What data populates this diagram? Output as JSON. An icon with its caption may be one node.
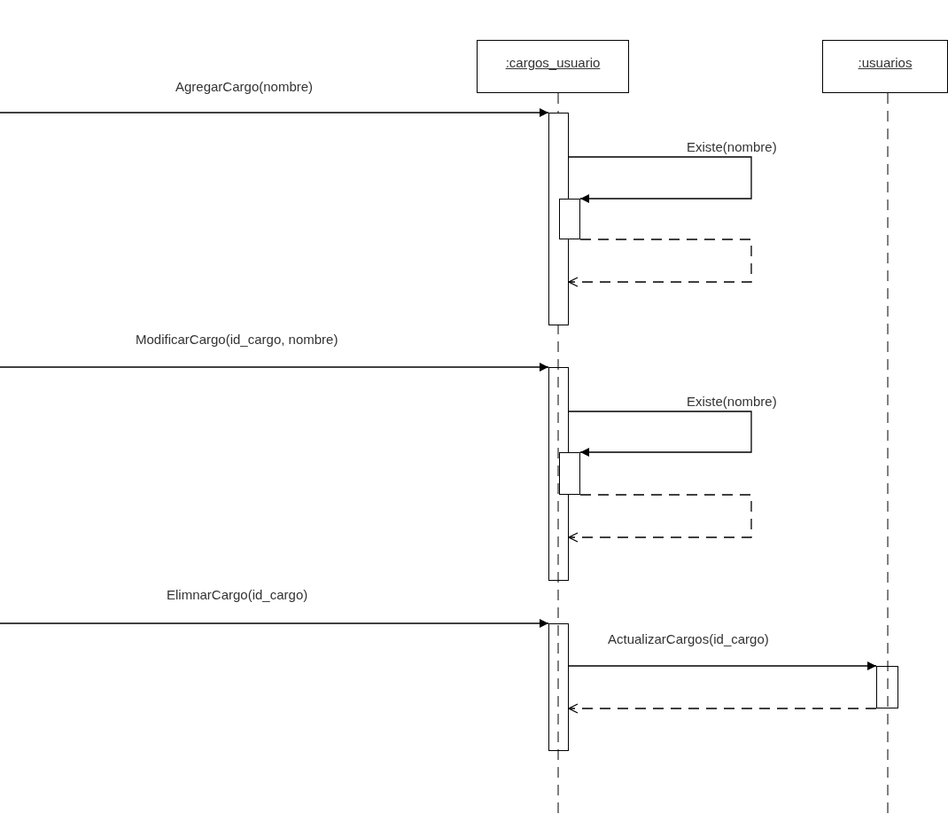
{
  "diagram": {
    "nodes": [
      {
        "text": [
          ":cargos_usuario"
        ]
      },
      {
        "text": [
          ":usuarios"
        ]
      },
      {
        "text": [],
        "shape": "bar"
      },
      {
        "text": [],
        "shape": "bar"
      },
      {
        "text": [],
        "shape": "bar"
      },
      {
        "text": [],
        "shape": "bar"
      },
      {
        "text": [],
        "shape": "bar"
      },
      {
        "text": [],
        "shape": "bar"
      }
    ],
    "edges": [
      {
        "from": null,
        "to": 2,
        "arrow": "to",
        "label": "AgregarCargo(nombre)"
      },
      {
        "from": 2,
        "to": 3,
        "arrow": "to",
        "label": "Existe(nombre)"
      },
      {
        "from": 3,
        "to": 2,
        "arrow": "to",
        "style": "dashed"
      },
      {
        "from": null,
        "to": 4,
        "arrow": "to",
        "label": "ModificarCargo(id_cargo, nombre)"
      },
      {
        "from": 4,
        "to": 5,
        "arrow": "to",
        "label": "Existe(nombre)"
      },
      {
        "from": 5,
        "to": 4,
        "arrow": "to",
        "style": "dashed"
      },
      {
        "from": null,
        "to": 6,
        "arrow": "to",
        "label": "ElimnarCargo(id_cargo)"
      },
      {
        "from": 6,
        "to": 7,
        "arrow": "to",
        "label": "ActualizarCargos(id_cargo)"
      },
      {
        "from": 7,
        "to": 6,
        "arrow": "to",
        "style": "dashed"
      }
    ]
  }
}
